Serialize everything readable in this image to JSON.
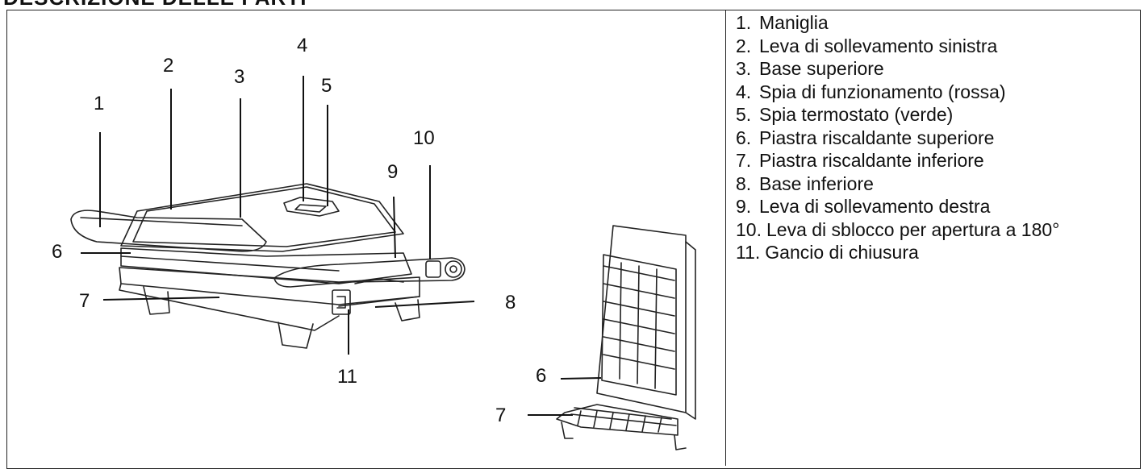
{
  "heading": "DESCRIZIONE DELLE PARTI",
  "legend": [
    {
      "num": "1.",
      "label": "Maniglia"
    },
    {
      "num": "2.",
      "label": "Leva di sollevamento sinistra"
    },
    {
      "num": "3.",
      "label": "Base superiore"
    },
    {
      "num": "4.",
      "label": "Spia di funzionamento (rossa)"
    },
    {
      "num": "5.",
      "label": "Spia termostato (verde)"
    },
    {
      "num": "6.",
      "label": "Piastra riscaldante superiore"
    },
    {
      "num": "7.",
      "label": "Piastra riscaldante inferiore"
    },
    {
      "num": "8.",
      "label": "Base inferiore"
    },
    {
      "num": "9.",
      "label": "Leva di sollevamento destra"
    },
    {
      "num": "10.",
      "label": "Leva di sblocco per apertura a 180°"
    },
    {
      "num": "11.",
      "label": "Gancio di chiusura"
    }
  ],
  "callouts": {
    "c1": "1",
    "c2": "2",
    "c3": "3",
    "c4": "4",
    "c5": "5",
    "c6": "6",
    "c7": "7",
    "c8": "8",
    "c9": "9",
    "c10": "10",
    "c11": "11",
    "c6b": "6",
    "c7b": "7"
  }
}
